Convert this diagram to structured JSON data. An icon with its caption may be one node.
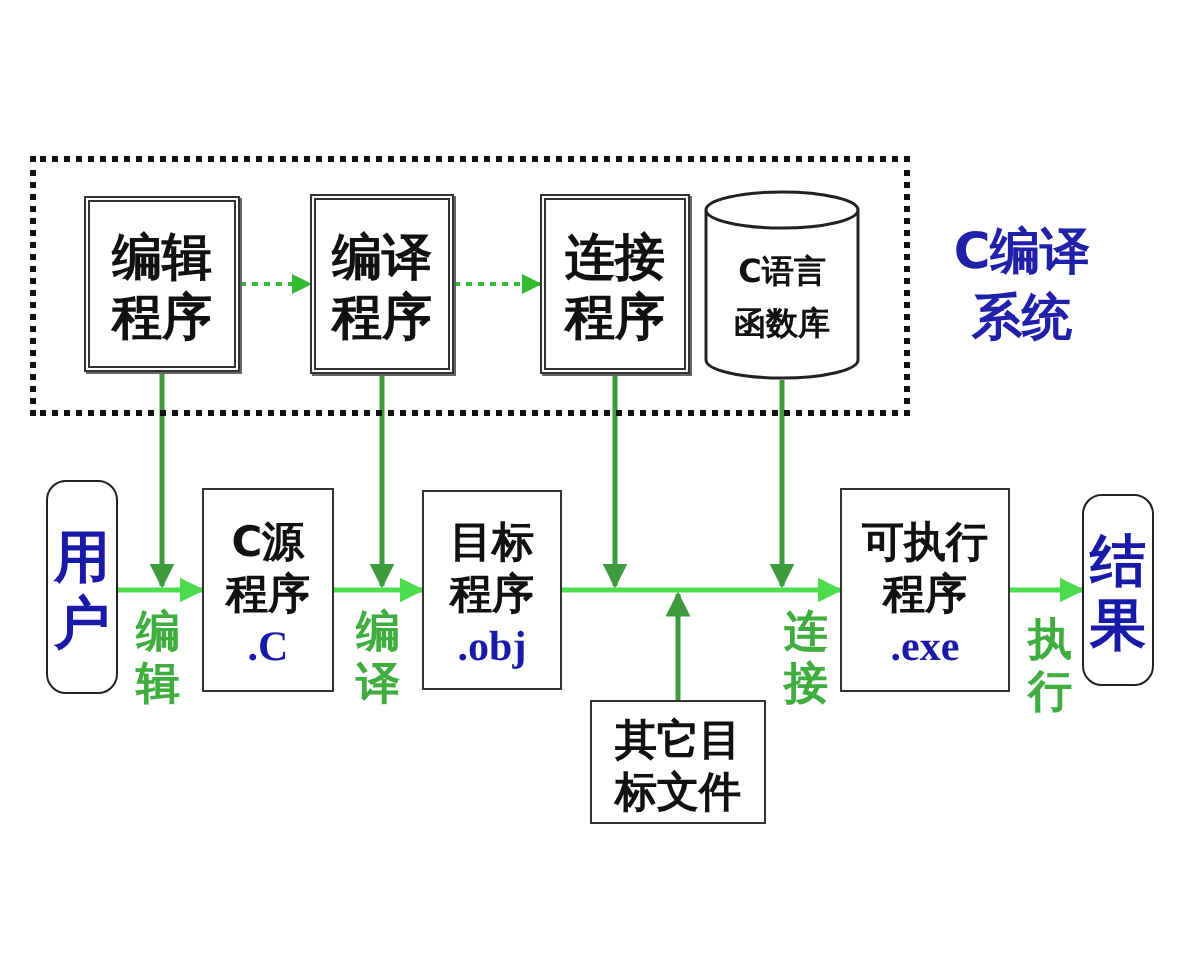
{
  "diagram": {
    "nodes": [
      {
        "text": [
          "C编译系统"
        ]
      },
      {
        "text": [
          "编辑程序"
        ],
        "in": 0
      },
      {
        "text": [
          "编译程序"
        ],
        "in": 0
      },
      {
        "text": [
          "连接程序"
        ],
        "in": 0
      },
      {
        "text": [
          "C语言函数库"
        ],
        "in": 0
      },
      {
        "text": [
          "用户"
        ]
      },
      {
        "text": [
          "C源程序",
          ".C"
        ]
      },
      {
        "text": [
          "目标程序",
          ".obj"
        ]
      },
      {
        "text": [
          "其它目标文件"
        ]
      },
      {
        "text": [
          "可执行程序",
          ".exe"
        ]
      },
      {
        "text": [
          "结果"
        ]
      }
    ],
    "edges": [
      {
        "from": 1,
        "to": 2,
        "arrow": "to",
        "style": "dashed",
        "color": "#33bb33"
      },
      {
        "from": 2,
        "to": 3,
        "arrow": "to",
        "style": "dashed",
        "color": "#33bb33"
      },
      {
        "from": 5,
        "to": 6,
        "arrow": "to",
        "label": "编辑",
        "color": "#4cdc4c"
      },
      {
        "from": 1,
        "to": 6,
        "arrow": "to"
      },
      {
        "from": 6,
        "to": 7,
        "arrow": "to",
        "label": "编译",
        "color": "#4cdc4c"
      },
      {
        "from": 2,
        "to": 7,
        "arrow": "to"
      },
      {
        "from": 7,
        "to": 9,
        "arrow": "to",
        "label": "连接",
        "color": "#4cdc4c"
      },
      {
        "from": 3,
        "to": 9,
        "arrow": "to"
      },
      {
        "from": 4,
        "to": 9,
        "arrow": "to"
      },
      {
        "from": 8,
        "to": 9,
        "arrow": "to"
      },
      {
        "from": 9,
        "to": 10,
        "arrow": "to",
        "label": "执行",
        "color": "#4cdc4c"
      }
    ]
  }
}
